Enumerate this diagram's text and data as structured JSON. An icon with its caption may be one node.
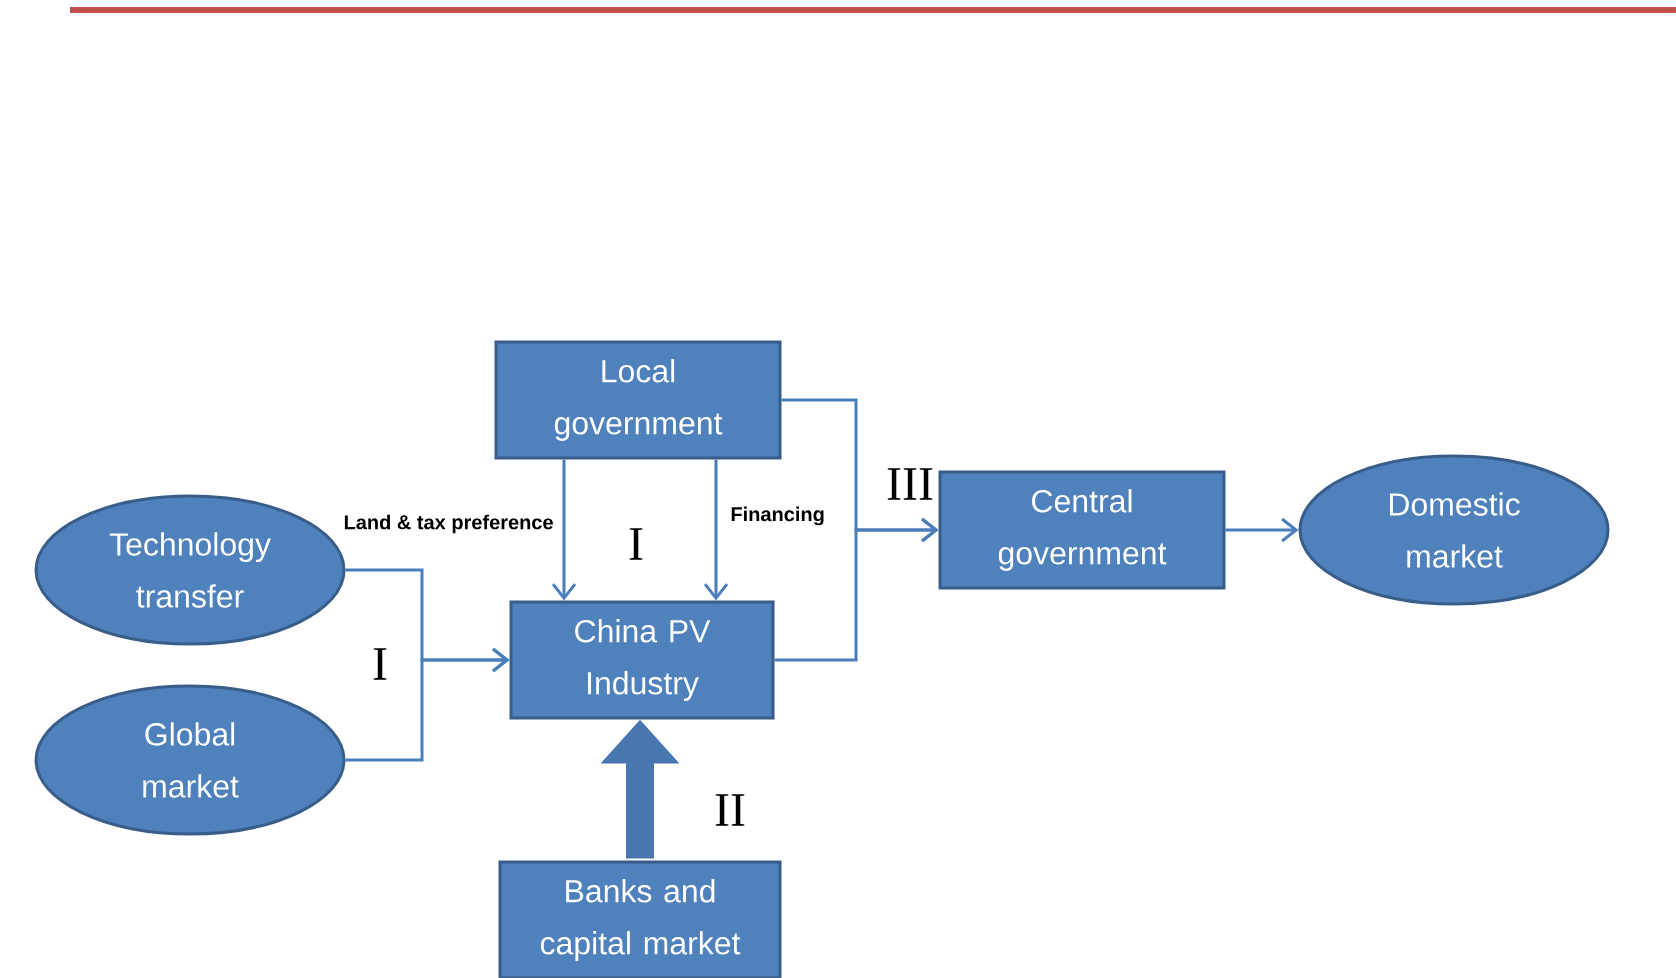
{
  "diagram": {
    "nodes": [
      {
        "text": [
          "Local government"
        ]
      },
      {
        "text": [
          "Technology transfer"
        ]
      },
      {
        "text": [
          "Global market"
        ]
      },
      {
        "text": [
          "China PV Industry"
        ]
      },
      {
        "text": [
          "Central government"
        ]
      },
      {
        "text": [
          "Domestic market"
        ]
      },
      {
        "text": [
          "Banks and capital market"
        ]
      }
    ],
    "edges": [
      {
        "from": 1,
        "to": 3,
        "arrow": "to"
      },
      {
        "from": 2,
        "to": 3,
        "arrow": "to"
      },
      {
        "from": 0,
        "to": 3,
        "arrow": "to",
        "label": "Land & tax preference"
      },
      {
        "from": 0,
        "to": 3,
        "arrow": "to",
        "label": "Financing"
      },
      {
        "from": 0,
        "to": 4,
        "arrow": "to"
      },
      {
        "from": 3,
        "to": 4,
        "arrow": "to"
      },
      {
        "from": 4,
        "to": 5,
        "arrow": "to"
      },
      {
        "from": 6,
        "to": 3,
        "arrow": "to",
        "style": "thick"
      }
    ],
    "labels": [
      "I",
      "I",
      "II",
      "III"
    ]
  }
}
